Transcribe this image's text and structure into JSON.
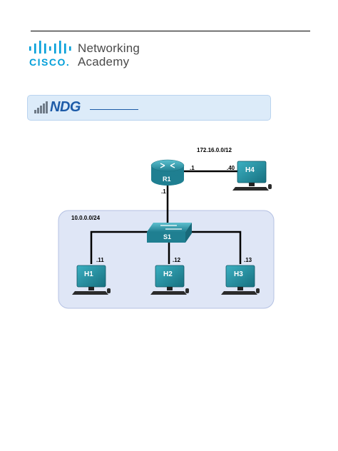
{
  "header": {
    "brand_line1": "Networking",
    "brand_line2": "Academy",
    "cisco_wordmark": "CISCO."
  },
  "banner": {
    "logo_text": "NDG"
  },
  "topology": {
    "devices": {
      "router": "R1",
      "switch": "S1",
      "host_h1": "H1",
      "host_h2": "H2",
      "host_h3": "H3",
      "host_h4": "H4"
    },
    "networks": {
      "wan": "172.16.0.0/12",
      "lan": "10.0.0.0/24"
    },
    "addresses": {
      "r1_g0": ".1",
      "r1_g1": ".1",
      "h4": ".40",
      "h1": ".11",
      "h2": ".12",
      "h3": ".13"
    }
  },
  "colors": {
    "accent": "#049fd9",
    "lan_zone_fill": "#dfe6f6",
    "device_teal": "#2a8fa0"
  }
}
